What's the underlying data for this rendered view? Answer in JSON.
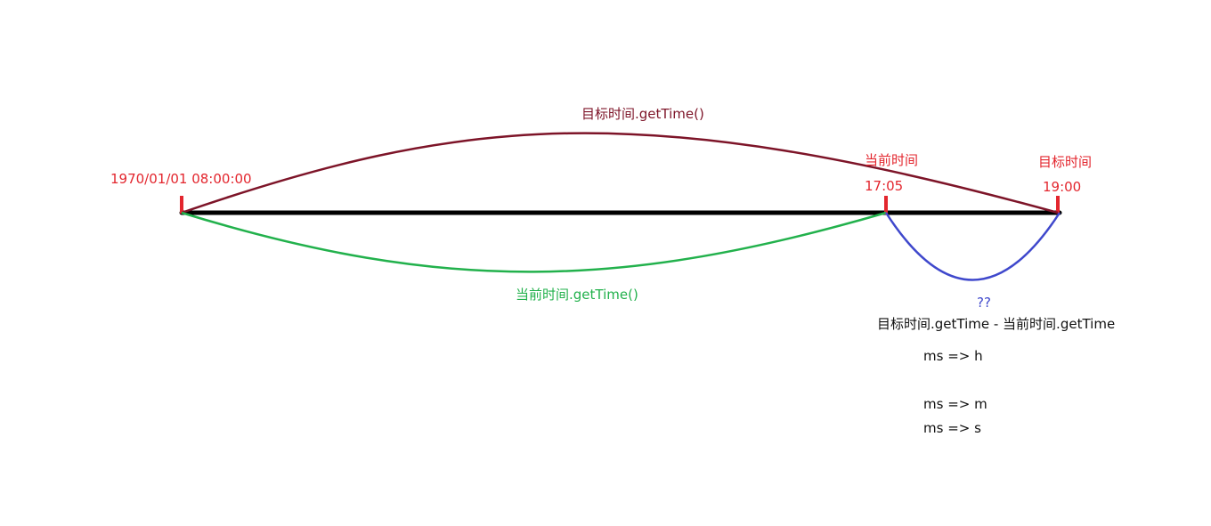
{
  "colors": {
    "timeline": "#000000",
    "tick": "#e3262e",
    "target_arc": "#7d1428",
    "current_arc": "#22b14c",
    "diff_arc": "#3f48cc",
    "label_red": "#e3262e",
    "label_black": "#111111"
  },
  "labels": {
    "epoch": "1970/01/01 08:00:00",
    "current_title": "当前时间",
    "current_time": "17:05",
    "target_title": "目标时间",
    "target_time": "19:00",
    "target_gettime": "目标时间.getTime()",
    "current_gettime": "当前时间.getTime()",
    "diff_question": "??",
    "diff_formula": "目标时间.getTime - 当前时间.getTime",
    "conversions": [
      "ms => h",
      "ms => m",
      "ms => s"
    ]
  }
}
